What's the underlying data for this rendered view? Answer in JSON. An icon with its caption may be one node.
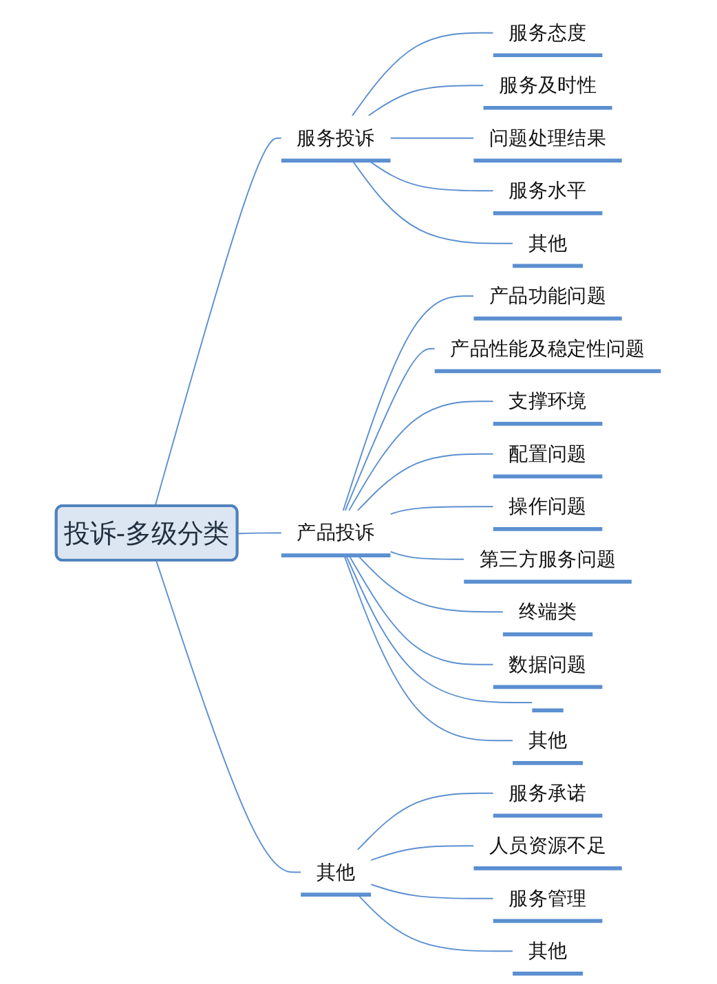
{
  "diagram": {
    "nodes": [
      {
        "text": [
          "投诉-多级分类"
        ]
      },
      {
        "text": [
          "服务投诉"
        ]
      },
      {
        "text": [
          "服务态度"
        ]
      },
      {
        "text": [
          "服务及时性"
        ]
      },
      {
        "text": [
          "问题处理结果"
        ]
      },
      {
        "text": [
          "服务水平"
        ]
      },
      {
        "text": [
          "其他"
        ]
      },
      {
        "text": [
          "产品投诉"
        ]
      },
      {
        "text": [
          "产品功能问题"
        ]
      },
      {
        "text": [
          "产品性能及稳定性问题"
        ]
      },
      {
        "text": [
          "支撑环境"
        ]
      },
      {
        "text": [
          "配置问题"
        ]
      },
      {
        "text": [
          "操作问题"
        ]
      },
      {
        "text": [
          "第三方服务问题"
        ]
      },
      {
        "text": [
          "终端类"
        ]
      },
      {
        "text": [
          "数据问题"
        ]
      },
      {
        "text": [],
        "shape": "bar"
      },
      {
        "text": [
          "其他"
        ]
      },
      {
        "text": [
          "其他"
        ]
      },
      {
        "text": [
          "服务承诺"
        ]
      },
      {
        "text": [
          "人员资源不足"
        ]
      },
      {
        "text": [
          "服务管理"
        ]
      },
      {
        "text": [
          "其他"
        ]
      }
    ],
    "edges": [
      {
        "from": 0,
        "to": 1,
        "arrow": "none"
      },
      {
        "from": 1,
        "to": 2,
        "arrow": "none"
      },
      {
        "from": 1,
        "to": 3,
        "arrow": "none"
      },
      {
        "from": 1,
        "to": 4,
        "arrow": "none"
      },
      {
        "from": 1,
        "to": 5,
        "arrow": "none"
      },
      {
        "from": 1,
        "to": 6,
        "arrow": "none"
      },
      {
        "from": 0,
        "to": 7,
        "arrow": "none"
      },
      {
        "from": 7,
        "to": 8,
        "arrow": "none"
      },
      {
        "from": 7,
        "to": 9,
        "arrow": "none"
      },
      {
        "from": 7,
        "to": 10,
        "arrow": "none"
      },
      {
        "from": 7,
        "to": 11,
        "arrow": "none"
      },
      {
        "from": 7,
        "to": 12,
        "arrow": "none"
      },
      {
        "from": 7,
        "to": 13,
        "arrow": "none"
      },
      {
        "from": 7,
        "to": 14,
        "arrow": "none"
      },
      {
        "from": 7,
        "to": 15,
        "arrow": "none"
      },
      {
        "from": 7,
        "to": 16,
        "arrow": "none"
      },
      {
        "from": 7,
        "to": 17,
        "arrow": "none"
      },
      {
        "from": 0,
        "to": 18,
        "arrow": "none"
      },
      {
        "from": 18,
        "to": 19,
        "arrow": "none"
      },
      {
        "from": 18,
        "to": 20,
        "arrow": "none"
      },
      {
        "from": 18,
        "to": 21,
        "arrow": "none"
      },
      {
        "from": 18,
        "to": 22,
        "arrow": "none"
      }
    ]
  }
}
